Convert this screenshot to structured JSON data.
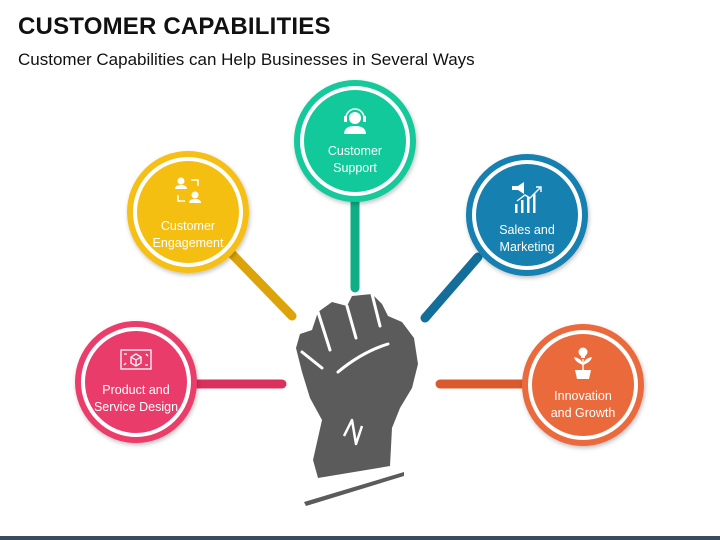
{
  "header": {
    "title": "CUSTOMER CAPABILITIES",
    "subtitle": "Customer Capabilities can Help Businesses in Several Ways"
  },
  "nodes": [
    {
      "id": "customer-support",
      "lines": [
        "Customer",
        "Support"
      ],
      "icon": "headset-agent-icon",
      "color": "#12c99b",
      "dark": "#0a8f6e"
    },
    {
      "id": "customer-engagement",
      "lines": [
        "Customer",
        "Engagement"
      ],
      "icon": "users-exchange-icon",
      "color": "#f5bf12",
      "dark": "#c98a07"
    },
    {
      "id": "sales-and-marketing",
      "lines": [
        "Sales and",
        "Marketing"
      ],
      "icon": "megaphone-chart-icon",
      "color": "#1680b0",
      "dark": "#0b5777"
    },
    {
      "id": "product-and-service-design",
      "lines": [
        "Product and",
        "Service Design"
      ],
      "icon": "product-box-icon",
      "color": "#ea3c6b",
      "dark": "#b01e48"
    },
    {
      "id": "innovation-and-growth",
      "lines": [
        "Innovation",
        "and Growth"
      ],
      "icon": "idea-plant-icon",
      "color": "#ea6a3c",
      "dark": "#b54420"
    }
  ],
  "center_icon": "raised-fist-icon",
  "colors": {
    "fist": "#5b5b5b",
    "footer": "#3b4a5c"
  }
}
